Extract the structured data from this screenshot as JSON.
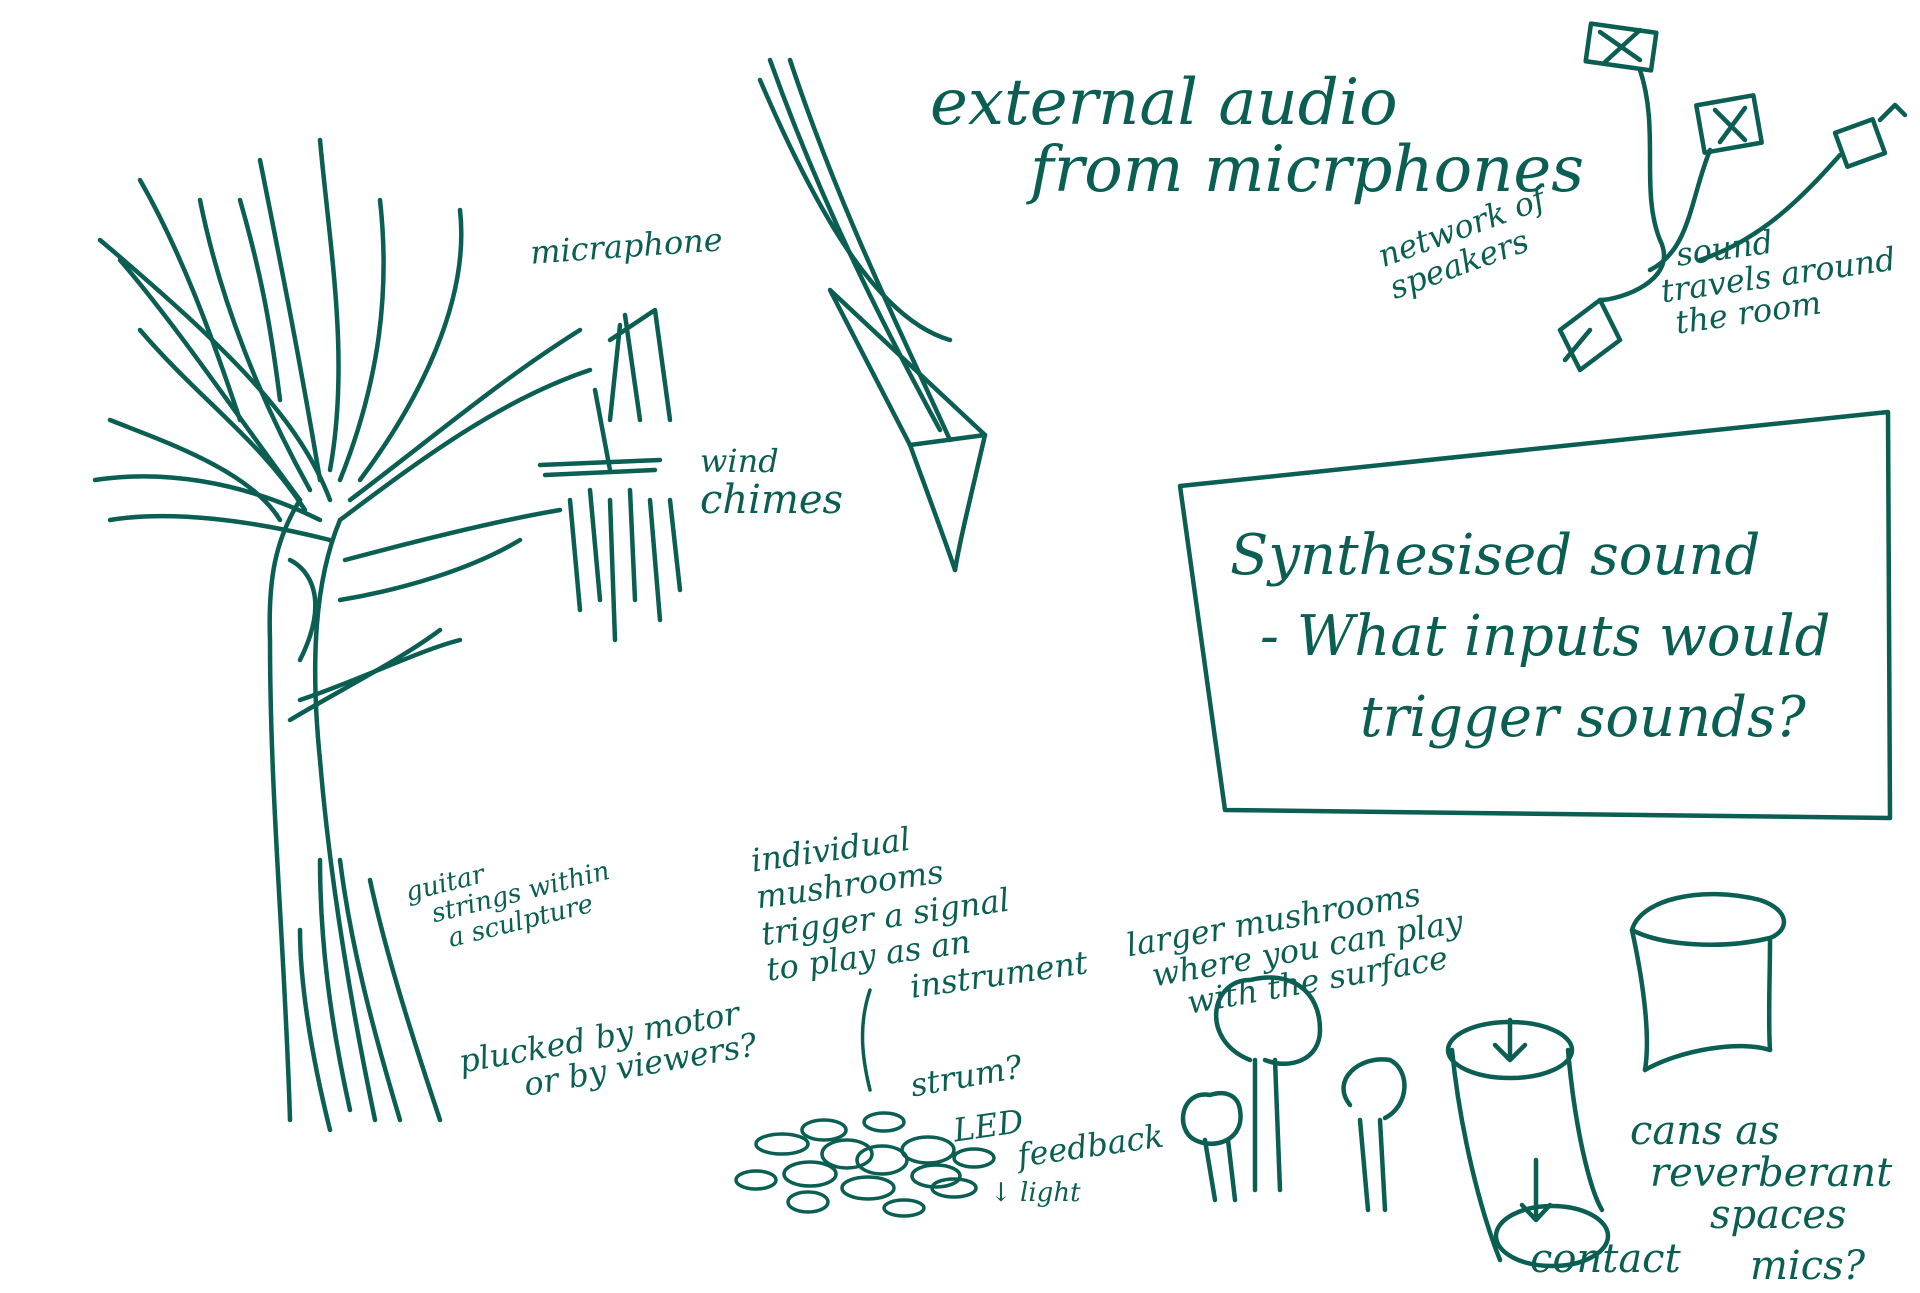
{
  "colors": {
    "ink": "#0b5e52",
    "paper": "#ffffff"
  },
  "notes": {
    "external_audio": {
      "line1": "external audio",
      "line2": "from micrphones"
    },
    "network": {
      "line1": "network of",
      "line2": "speakers"
    },
    "travels": {
      "line1": "sound",
      "line2": "travels around",
      "line3": "the room"
    },
    "microphone": "micraphone",
    "wind_chimes": {
      "line1": "wind",
      "line2": "chimes"
    },
    "synth_box": {
      "line1": "Synthesised sound",
      "line2": "- What inputs would",
      "line3": "trigger sounds?"
    },
    "guitar": {
      "line1": "guitar",
      "line2": "strings within",
      "line3": "a sculpture"
    },
    "plucked": {
      "line1": "plucked by motor",
      "line2": "or by viewers?"
    },
    "individual": {
      "line1": "individual",
      "line2": "mushrooms",
      "line3": "trigger a signal",
      "line4": "to play as an",
      "line5": "instrument"
    },
    "strum": "strum?",
    "led": {
      "line1": "LED",
      "line2": "feedback"
    },
    "light": "↓ light",
    "larger": {
      "line1": "larger mushrooms",
      "line2": "where you can play",
      "line3": "with the surface"
    },
    "cans": {
      "line1": "cans as",
      "line2": "reverberant",
      "line3": "spaces"
    },
    "contact": "contact",
    "mics": "mics?"
  },
  "icons": [
    "tree-sketch",
    "down-arrow-sketch",
    "microphone-sketch",
    "wind-chimes-sketch",
    "speaker-network-sketch",
    "mushroom-cluster-sketch",
    "mushroom-sketch",
    "can-sketch"
  ]
}
